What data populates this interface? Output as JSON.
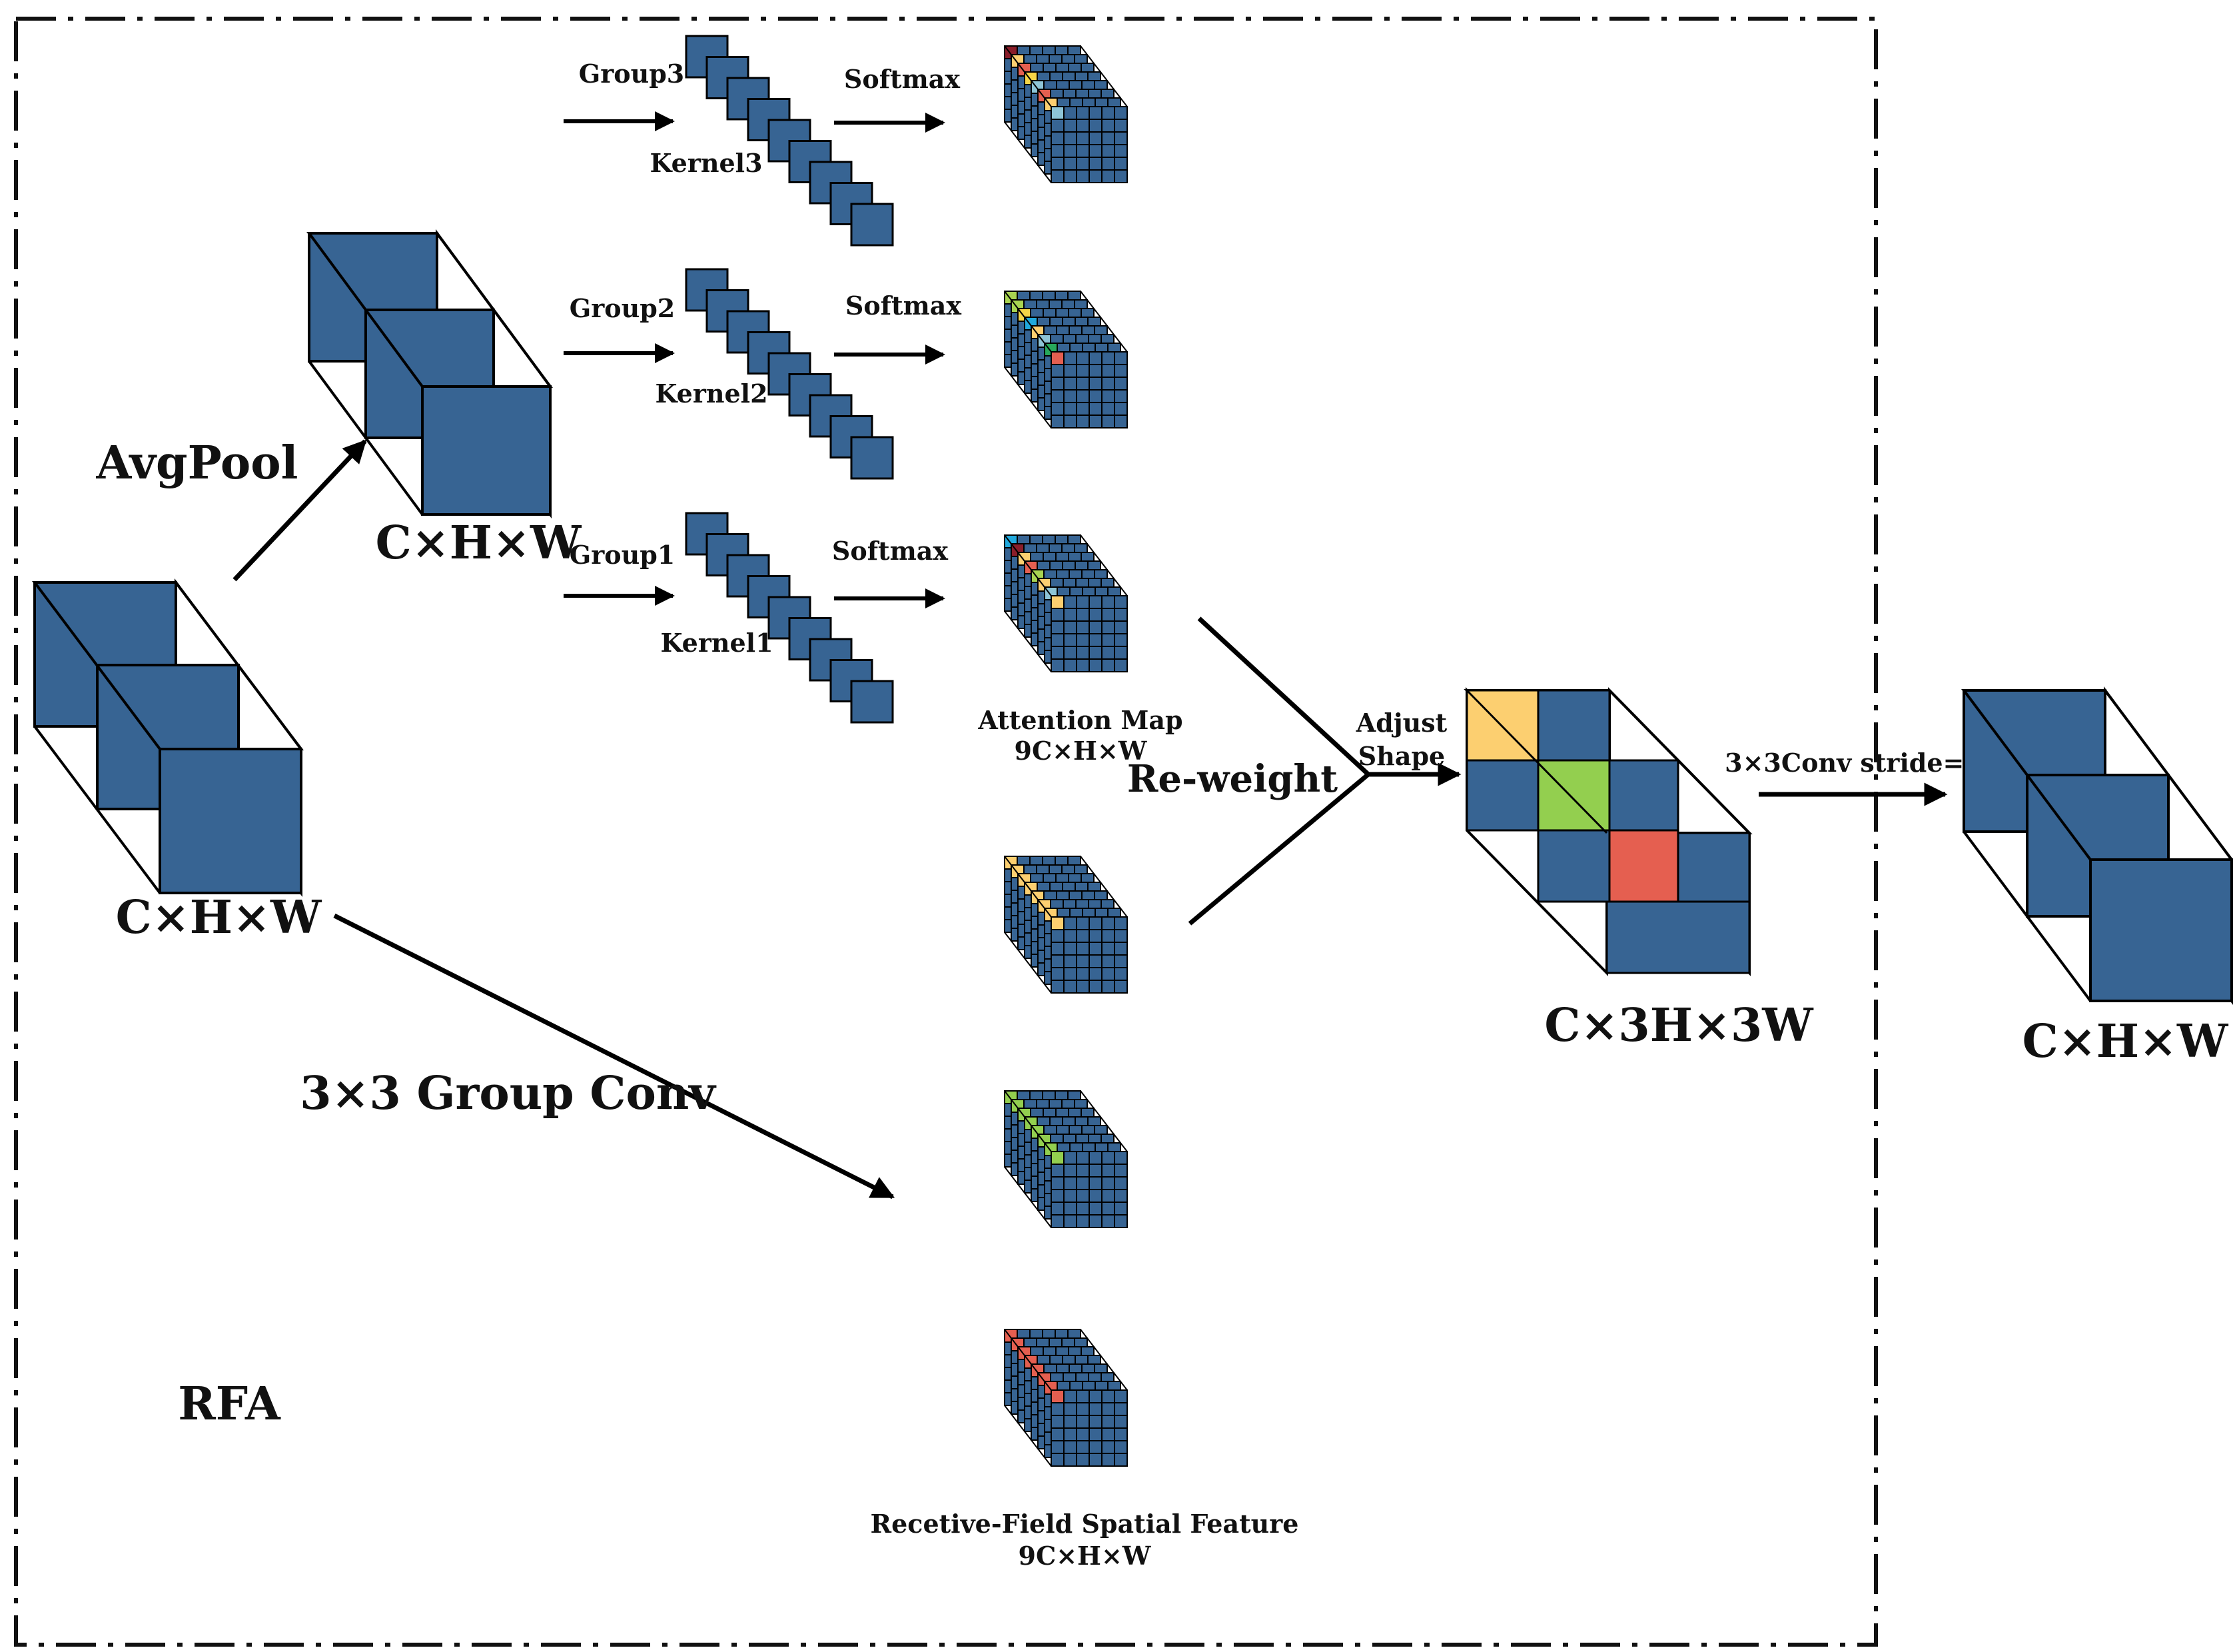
{
  "colors": {
    "block": "#376493",
    "grid_line": "#000000",
    "orange": "#fccf70",
    "green": "#93cf4f",
    "red": "#e55f50",
    "sky": "#8ec5d7",
    "dark_red": "#8a1d29",
    "yellow": "#f6d547",
    "lime": "#a8d451",
    "cyan": "#21a9dd",
    "dark_green": "#27a85b",
    "border": "#111111"
  },
  "labels": {
    "avgpool": "AvgPool",
    "input_shape": "C×H×W",
    "pooled_shape": "C×H×W",
    "group3": "Group3",
    "group2": "Group2",
    "group1": "Group1",
    "kernel3": "Kernel3",
    "kernel2": "Kernel2",
    "kernel1": "Kernel1",
    "softmax3": "Softmax",
    "softmax2": "Softmax",
    "softmax1": "Softmax",
    "attention_map": "Attention Map",
    "attention_shape": "9C×H×W",
    "reweight": "Re-weight",
    "adjust": "Adjust",
    "shape": "Shape",
    "expanded_shape": "C×3H×3W",
    "conv_stride": "3×3Conv stride=3",
    "output_shape": "C×H×W",
    "group_conv": "3×3 Group Conv",
    "rfa": "RFA",
    "receptive_feature": "Recetive-Field Spatial Feature",
    "receptive_shape": "9C×H×W"
  }
}
